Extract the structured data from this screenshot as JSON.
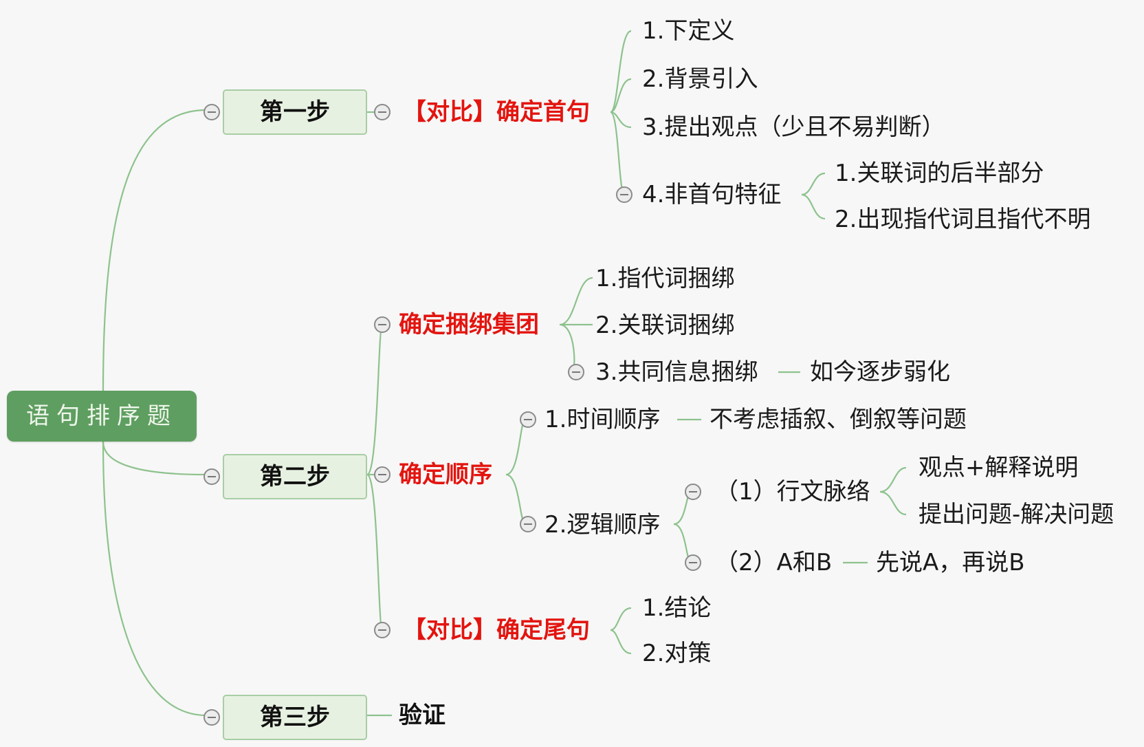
{
  "root": {
    "label": "语句排序题"
  },
  "steps": [
    {
      "label": "第一步"
    },
    {
      "label": "第二步"
    },
    {
      "label": "第三步"
    }
  ],
  "step1": {
    "topic": "【对比】确定首句",
    "items": [
      "1.下定义",
      "2.背景引入",
      "3.提出观点（少且不易判断）",
      "4.非首句特征"
    ],
    "non_first_features": [
      "1.关联词的后半部分",
      "2.出现指代词且指代不明"
    ]
  },
  "step2": {
    "bundling": {
      "label": "确定捆绑集团",
      "items": [
        "1.指代词捆绑",
        "2.关联词捆绑",
        "3.共同信息捆绑"
      ],
      "shared_info_note": "如今逐步弱化"
    },
    "order": {
      "label": "确定顺序",
      "time": {
        "label": "1.时间顺序",
        "note": "不考虑插叙、倒叙等问题"
      },
      "logic": {
        "label": "2.逻辑顺序",
        "flow": {
          "label": "（1）行文脉络",
          "items": [
            "观点+解释说明",
            "提出问题-解决问题"
          ]
        },
        "ab": {
          "label": "（2）A和B",
          "note": "先说A，再说B"
        }
      }
    },
    "ending": {
      "label": "【对比】确定尾句",
      "items": [
        "1.结论",
        "2.对策"
      ]
    }
  },
  "step3": {
    "label": "验证"
  },
  "colors": {
    "link": "#8dc28d",
    "root_fill": "#5f9e61",
    "step_fill": "#e7f1e1",
    "accent_red": "#e3140f"
  }
}
